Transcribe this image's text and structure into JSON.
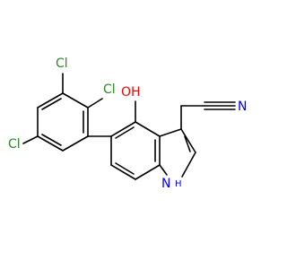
{
  "colors": {
    "background": "#ffffff",
    "bond": "#000000",
    "chlorine": "#2e8b22",
    "oxygen": "#ff0000",
    "nitrogen": "#0000ff"
  },
  "atoms": {
    "cl_top": "Cl",
    "cl_right": "Cl",
    "cl_left": "Cl",
    "oh": "OH",
    "nitrile_n": "N",
    "nh": "NH"
  }
}
